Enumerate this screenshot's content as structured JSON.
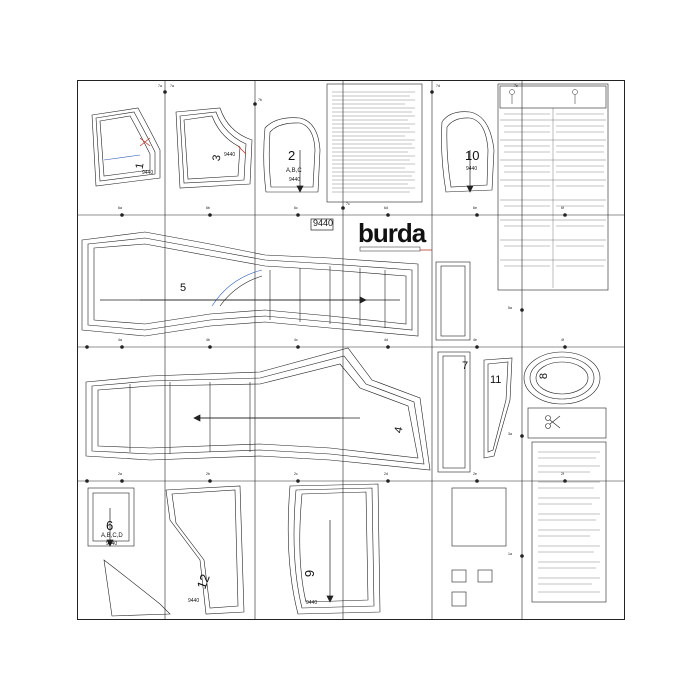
{
  "brand": {
    "name": "burda"
  },
  "pattern_code": "9440",
  "pieces": {
    "p1": {
      "number": "1",
      "code": "9440"
    },
    "p2": {
      "number": "2",
      "sizes": "A,B,C",
      "code": "9440"
    },
    "p3": {
      "number": "3",
      "code": "9440"
    },
    "p4": {
      "number": "4"
    },
    "p5": {
      "number": "5"
    },
    "p6": {
      "number": "6",
      "sizes": "A,B,C,D",
      "code": "9440"
    },
    "p7": {
      "number": "7"
    },
    "p8": {
      "number": "8"
    },
    "p9": {
      "number": "9",
      "code": "9440"
    },
    "p10": {
      "number": "10",
      "code": "9440"
    },
    "p11": {
      "number": "11"
    },
    "p12": {
      "number": "12",
      "code": "9440"
    }
  },
  "grid_marks": {
    "top": [
      "7a",
      "7a",
      "7b",
      "7c",
      "7d",
      "7e"
    ],
    "row1": [
      "6a",
      "6b",
      "6c",
      "6d",
      "6e",
      "6f"
    ],
    "row2": [
      "4a",
      "4b",
      "4c",
      "4d",
      "4e",
      "4f"
    ],
    "row3": [
      "2a",
      "2b",
      "2c",
      "2d",
      "2e",
      "2f"
    ],
    "side": [
      "5a",
      "3a",
      "1a"
    ]
  },
  "colors": {
    "line": "#222222",
    "paper": "#ffffff",
    "accent_red": "#c0392b",
    "accent_blue": "#2e5cb8",
    "accent_green": "#2e8b57"
  },
  "icons": [
    "scissors-icon",
    "reference-arrow-icon",
    "size-chart-figure-icon"
  ]
}
